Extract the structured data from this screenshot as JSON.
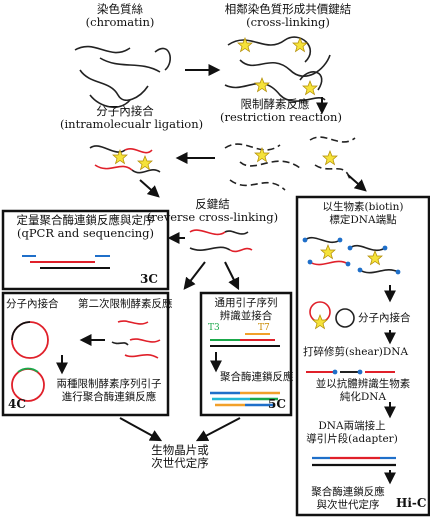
{
  "step_chromatin": {
    "zh": "染色質絲",
    "en": "(chromatin)"
  },
  "step_crosslink": {
    "zh": "相鄰染色質形成共價鍵結",
    "en": "(cross-linking)"
  },
  "step_restriction": {
    "zh": "限制酵素反應",
    "en": "(restriction reaction)"
  },
  "step_ligation": {
    "zh": "分子內接合",
    "en": "(intramolecualr ligation)"
  },
  "step_reverse": {
    "zh": "反鍵結",
    "en": "(reverse cross-linking)"
  },
  "box_3c": {
    "title": "定量聚合酶連鎖反應與定序",
    "subtitle": "(qPCR and sequencing)",
    "tag": "3C"
  },
  "box_4c": {
    "ligation": "分子內接合",
    "second_digest": "第二次限制酵素反應",
    "pcr_line1": "兩種限制酵素序列引子",
    "pcr_line2": "進行聚合酶連鎖反應",
    "tag": "4C"
  },
  "box_5c": {
    "primer_line1": "通用引子序列",
    "primer_line2": "辨識並接合",
    "t3": "T3",
    "t7": "T7",
    "pcr": "聚合酶連鎖反應",
    "tag": "5C"
  },
  "box_hic": {
    "biotin_line1": "以生物素(biotin)",
    "biotin_line2": "標定DNA端點",
    "ligation": "分子內接合",
    "shear": "打碎修剪(shear)DNA",
    "purify_line1": "並以抗體辨識生物素",
    "purify_line2": "純化DNA",
    "adapter_line1": "DNA兩端接上",
    "adapter_line2": "導引片段(adapter)",
    "final_line1": "聚合酶連鎖反應",
    "final_line2": "與次世代定序",
    "tag": "Hi-C"
  },
  "final_output": {
    "line1": "生物晶片或",
    "line2": "次世代定序"
  },
  "colors": {
    "dna_red": "#e0202a",
    "biotin_blue": "#1f6fc9",
    "star_yellow": "#f5e23a",
    "green": "#1aa84a",
    "cyan": "#22b7d6",
    "orange": "#f1a02a"
  }
}
